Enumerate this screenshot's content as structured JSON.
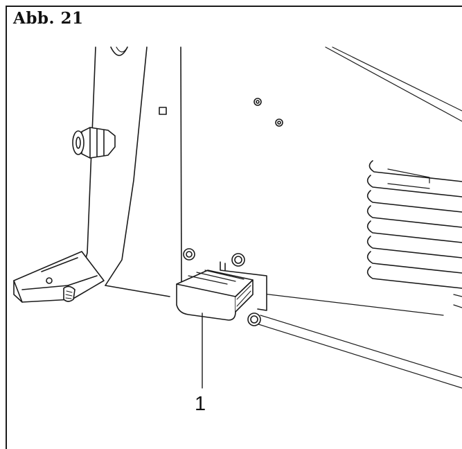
{
  "figure": {
    "title": "Abb. 21",
    "callouts": [
      {
        "label": "1",
        "part": "foot-pad"
      }
    ],
    "colors": {
      "line": "#1a1a1a",
      "fill": "#ffffff",
      "shade": "#d9d9d9"
    }
  }
}
